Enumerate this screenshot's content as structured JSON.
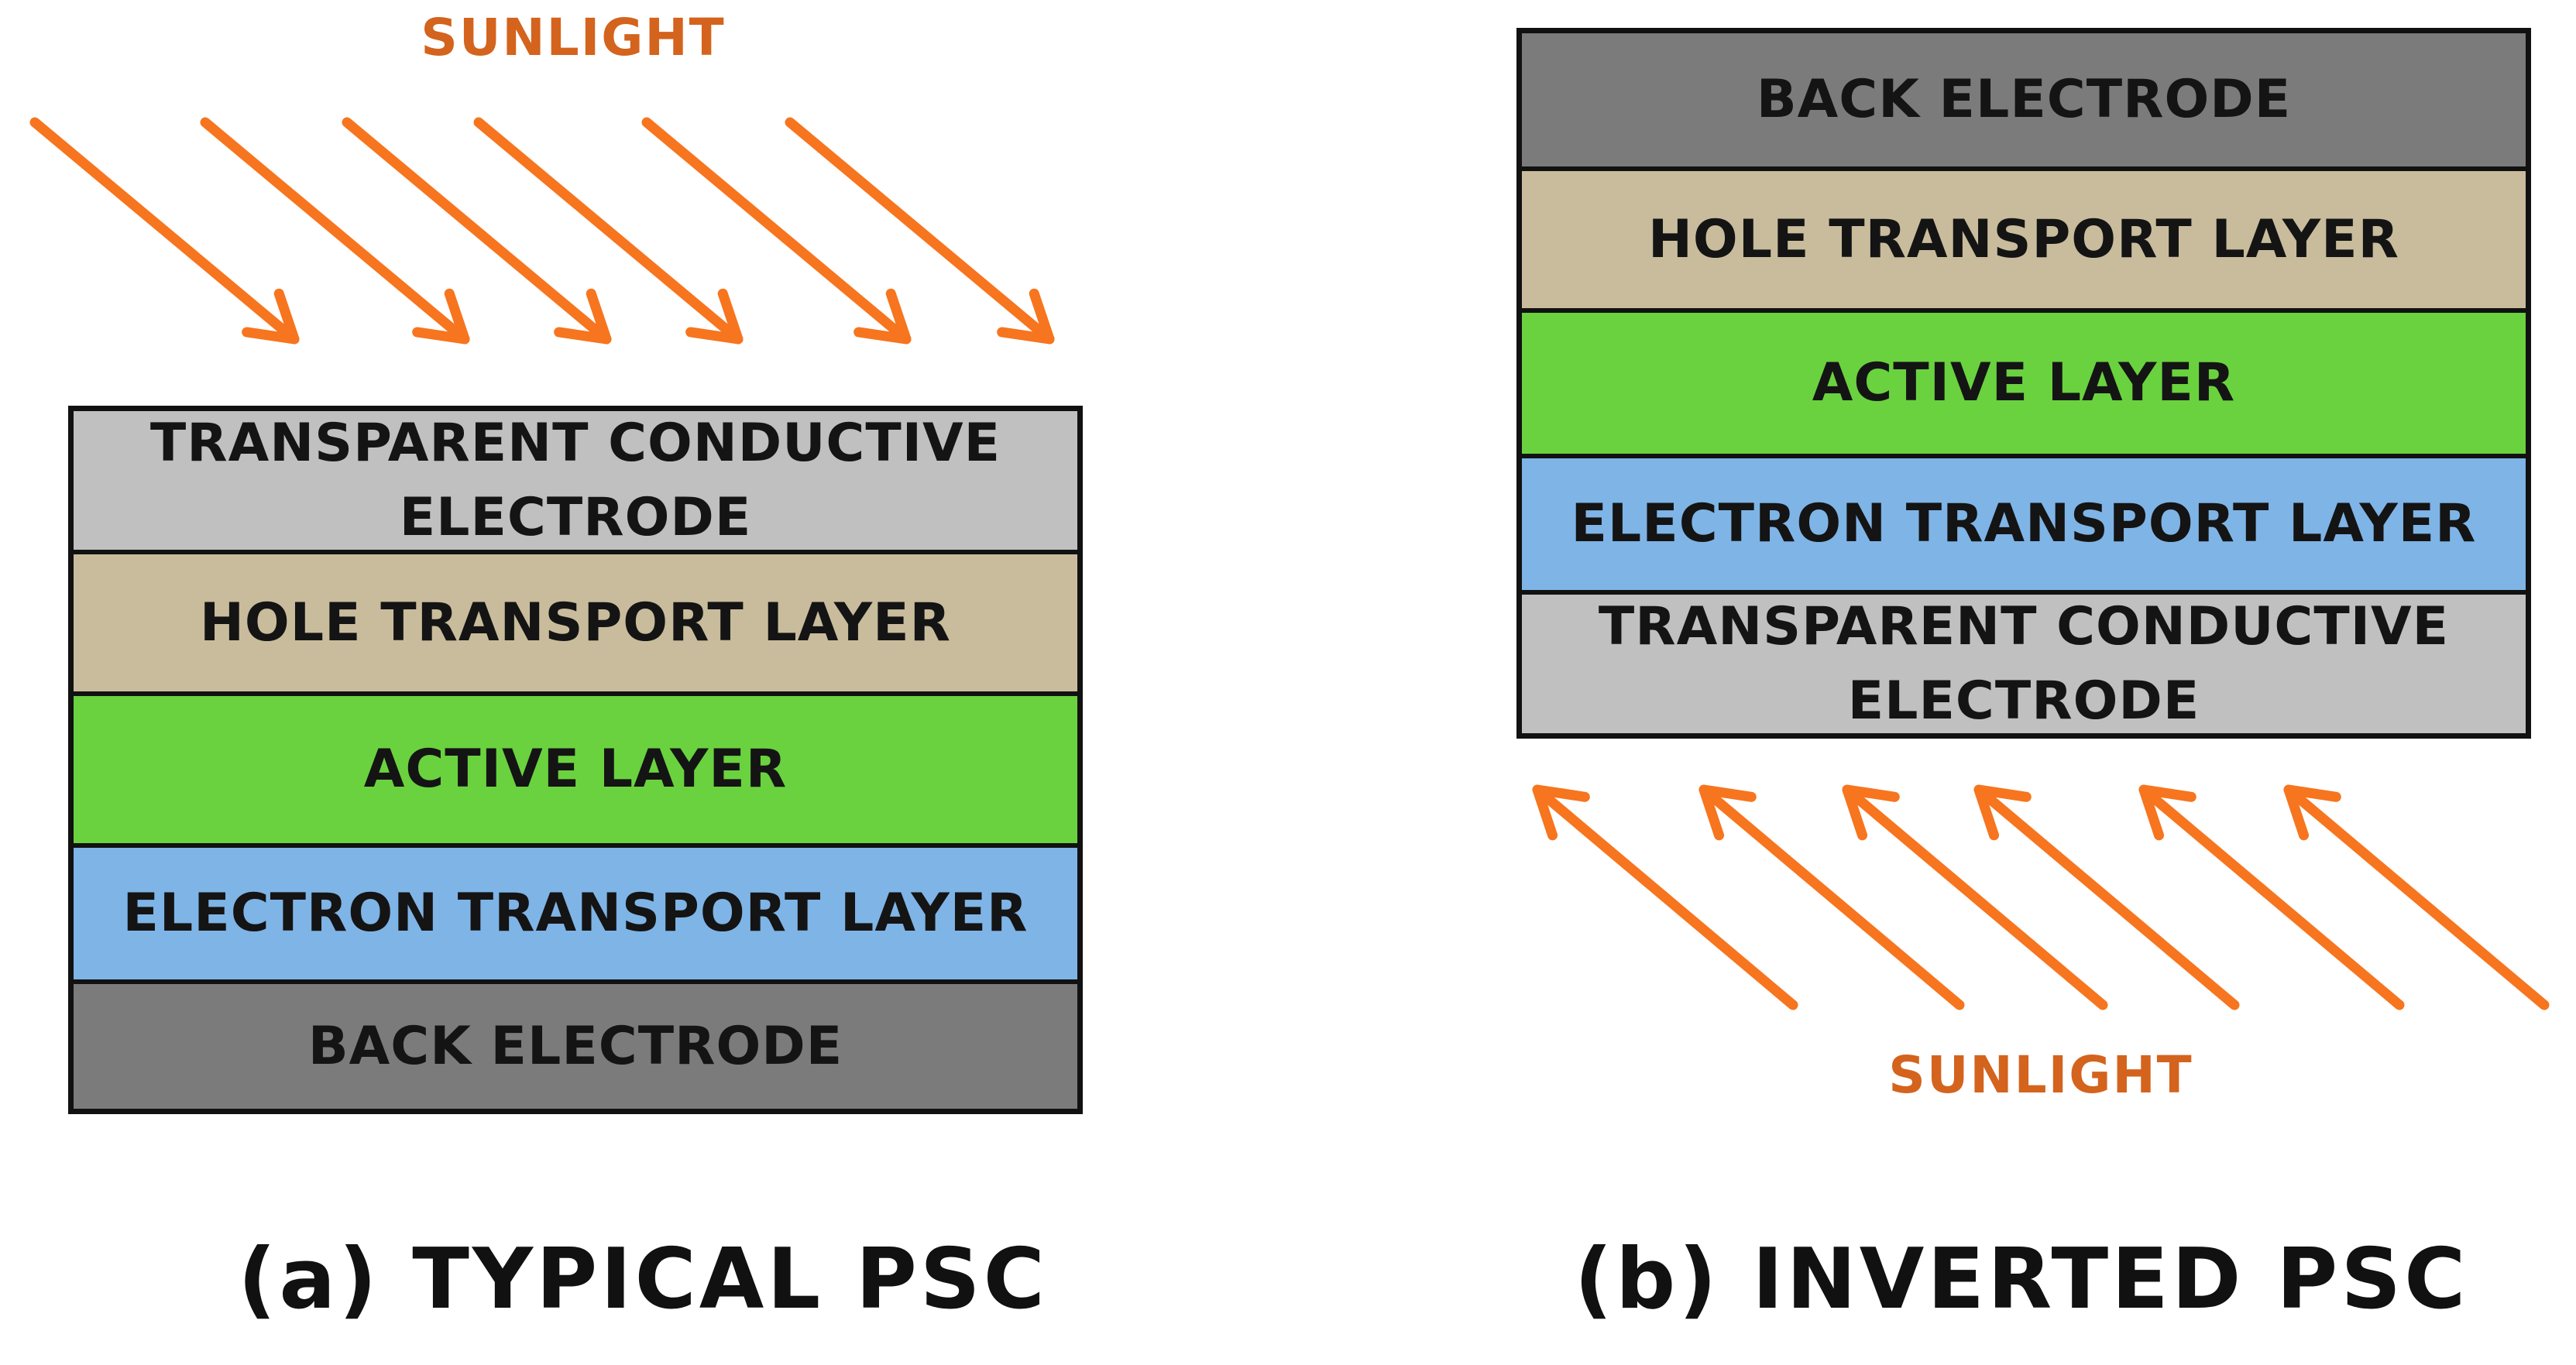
{
  "colors": {
    "arrow": "#f6751e",
    "sunlight_text": "#d4631d",
    "transparent_conductive_electrode": "#c0c0c0",
    "hole_transport_layer": "#c8bc9c",
    "active_layer": "#6ad23e",
    "electron_transport_layer": "#7fb4e6",
    "back_electrode": "#7b7b7b",
    "stack_border": "#111111"
  },
  "typical": {
    "sunlight_label": "SUNLIGHT",
    "layers": [
      {
        "label": "TRANSPARENT CONDUCTIVE ELECTRODE",
        "color_key": "transparent_conductive_electrode"
      },
      {
        "label": "HOLE TRANSPORT LAYER",
        "color_key": "hole_transport_layer"
      },
      {
        "label": "ACTIVE LAYER",
        "color_key": "active_layer"
      },
      {
        "label": "ELECTRON TRANSPORT LAYER",
        "color_key": "electron_transport_layer"
      },
      {
        "label": "BACK ELECTRODE",
        "color_key": "back_electrode"
      }
    ],
    "caption": "(a) TYPICAL PSC"
  },
  "inverted": {
    "sunlight_label": "SUNLIGHT",
    "layers": [
      {
        "label": "BACK ELECTRODE",
        "color_key": "back_electrode"
      },
      {
        "label": "HOLE TRANSPORT LAYER",
        "color_key": "hole_transport_layer"
      },
      {
        "label": "ACTIVE LAYER",
        "color_key": "active_layer"
      },
      {
        "label": "ELECTRON TRANSPORT LAYER",
        "color_key": "electron_transport_layer"
      },
      {
        "label": "TRANSPARENT CONDUCTIVE ELECTRODE",
        "color_key": "transparent_conductive_electrode"
      }
    ],
    "caption": "(b) INVERTED PSC"
  }
}
